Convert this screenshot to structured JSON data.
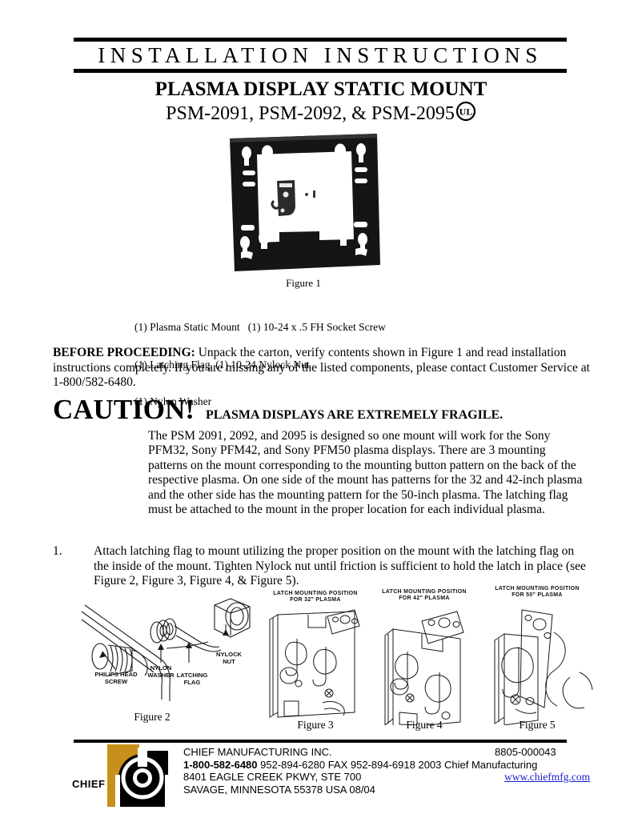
{
  "header": {
    "banner_title": "INSTALLATION  INSTRUCTIONS",
    "product_title": "PLASMA DISPLAY STATIC MOUNT",
    "models": "PSM-2091, PSM-2092, & PSM-2095",
    "ul_mark": "UL"
  },
  "figure1": {
    "caption": "Figure 1",
    "alt": "plasma-static-mount-photo"
  },
  "parts_list": [
    "(1) Plasma Static Mount   (1) 10-24 x .5 FH Socket Screw",
    "(1) Latching Flag  (1) 10-24 Nylock Nut",
    "(1) Nylon Washer"
  ],
  "before_proceeding": {
    "label": "BEFORE PROCEEDING:",
    "text": "  Unpack the carton, verify contents shown in Figure 1 and read installation instructions completely. If you are missing any of the listed components, please contact Customer Service at 1-800/582-6480."
  },
  "caution": {
    "word": "CAUTION!",
    "statement": "PLASMA DISPLAYS ARE EXTREMELY FRAGILE."
  },
  "description": "The PSM 2091, 2092, and 2095 is designed so one mount will work for the Sony PFM32, Sony PFM42, and Sony PFM50 plasma displays.  There are 3 mounting patterns on the mount corresponding to the mounting button pattern on the back of the respective plasma.  On one side of the mount has patterns for the 32 and 42-inch plasma and the other side has the mounting pattern for the 50-inch plasma.  The latching flag must be attached to the mount in the proper location for each individual plasma.",
  "steps": [
    {
      "number": "1.",
      "text": "Attach latching flag to mount utilizing the proper position on the mount with the latching flag on the inside of the mount.  Tighten Nylock nut until friction is sufficient to hold the latch in place (see Figure 2, Figure 3, Figure 4, & Figure 5)."
    }
  ],
  "figures": {
    "figure2": {
      "caption": "Figure 2",
      "callouts": {
        "screw": "PHILIPS HEAD\nSCREW",
        "washer": "NYLON\nWASHER",
        "flag": "LATCHING\nFLAG",
        "nut": "NYLOCK\nNUT"
      }
    },
    "figure3": {
      "caption": "Figure 3",
      "heading_line1": "LATCH MOUNTING POSITION",
      "heading_line2": "FOR 32\" PLASMA"
    },
    "figure4": {
      "caption": "Figure 4",
      "heading_line1": "LATCH MOUNTING POSITION",
      "heading_line2": "FOR 42\" PLASMA"
    },
    "figure5": {
      "caption": "Figure 5",
      "heading_line1": "LATCH MOUNTING POSITION",
      "heading_line2": "FOR 50\" PLASMA"
    }
  },
  "footer": {
    "company": "CHIEF MANUFACTURING INC.",
    "phone_bold": "1-800-582-6480",
    "phone_rest": "  952-894-6280 FAX 952-894-6918  2003 Chief Manufacturing",
    "address1": "8401 EAGLE CREEK PKWY, STE 700",
    "address2": "SAVAGE, MINNESOTA 55378  USA  08/04",
    "part_number": "8805-000043",
    "website": "www.chiefmfg.com",
    "logo_word": "CHIEF",
    "logo_gold": "#C8901A"
  }
}
